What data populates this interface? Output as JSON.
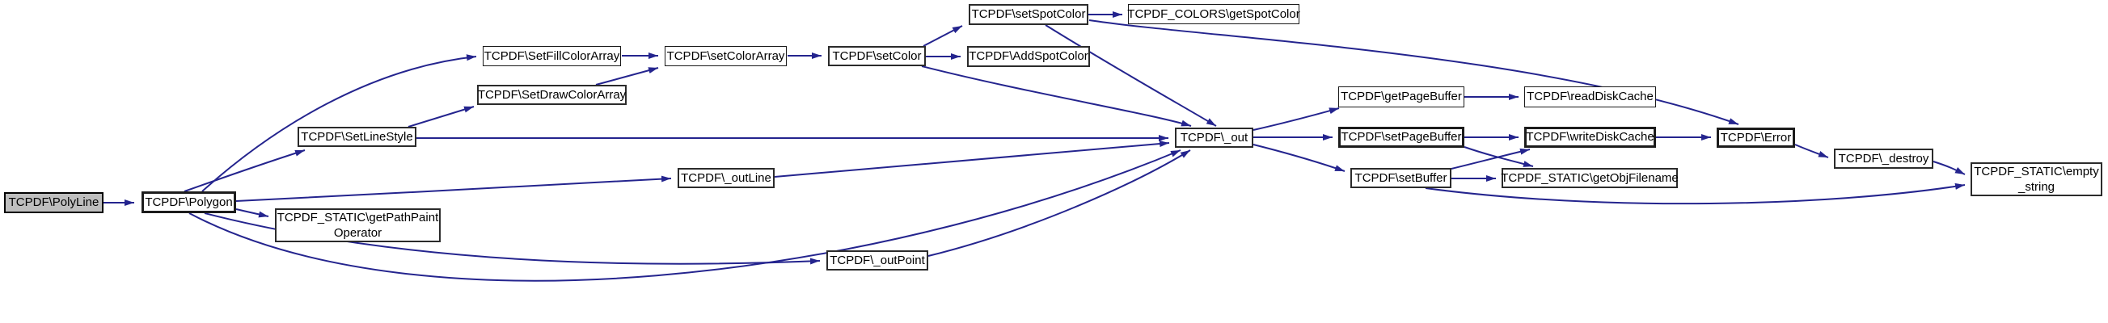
{
  "diagram": {
    "type": "call-graph",
    "style": "doxygen",
    "background": "#ffffff",
    "edge_color": "#24248E",
    "node_fill": "#ffffff",
    "highlight_node_fill": "#bebebe",
    "nodes": {
      "polyline": {
        "label": "TCPDF\\PolyLine",
        "highlighted": true
      },
      "polygon": {
        "label": "TCPDF\\Polygon"
      },
      "get_path_paint_operator": {
        "line1": "TCPDF_STATIC\\getPathPaint",
        "line2": "Operator"
      },
      "set_fill_color_array": {
        "label": "TCPDF\\SetFillColorArray"
      },
      "set_draw_color_array": {
        "label": "TCPDF\\SetDrawColorArray"
      },
      "set_color_array": {
        "label": "TCPDF\\setColorArray"
      },
      "set_color": {
        "label": "TCPDF\\setColor"
      },
      "set_spot_color": {
        "label": "TCPDF\\setSpotColor"
      },
      "add_spot_color": {
        "label": "TCPDF\\AddSpotColor"
      },
      "get_spot_color": {
        "label": "TCPDF_COLORS\\getSpotColor"
      },
      "set_line_style": {
        "label": "TCPDF\\SetLineStyle"
      },
      "out_line": {
        "label": "TCPDF\\_outLine"
      },
      "out_point": {
        "label": "TCPDF\\_outPoint"
      },
      "out": {
        "label": "TCPDF\\_out"
      },
      "get_page_buffer": {
        "label": "TCPDF\\getPageBuffer"
      },
      "read_disk_cache": {
        "label": "TCPDF\\readDiskCache"
      },
      "set_page_buffer": {
        "label": "TCPDF\\setPageBuffer"
      },
      "write_disk_cache": {
        "label": "TCPDF\\writeDiskCache"
      },
      "set_buffer": {
        "label": "TCPDF\\setBuffer"
      },
      "get_obj_filename": {
        "label": "TCPDF_STATIC\\getObjFilename"
      },
      "error": {
        "label": "TCPDF\\Error"
      },
      "destroy": {
        "label": "TCPDF\\_destroy"
      },
      "empty_string": {
        "line1": "TCPDF_STATIC\\empty",
        "line2": "_string"
      }
    },
    "edges": [
      {
        "from": "polyline",
        "to": "polygon"
      },
      {
        "from": "polygon",
        "to": "set_fill_color_array"
      },
      {
        "from": "polygon",
        "to": "set_line_style"
      },
      {
        "from": "polygon",
        "to": "get_path_paint_operator"
      },
      {
        "from": "polygon",
        "to": "out_line"
      },
      {
        "from": "polygon",
        "to": "out_point"
      },
      {
        "from": "polygon",
        "to": "out"
      },
      {
        "from": "set_fill_color_array",
        "to": "set_color_array"
      },
      {
        "from": "set_draw_color_array",
        "to": "set_color_array"
      },
      {
        "from": "set_line_style",
        "to": "set_draw_color_array"
      },
      {
        "from": "set_line_style",
        "to": "out"
      },
      {
        "from": "set_color_array",
        "to": "set_color"
      },
      {
        "from": "set_color",
        "to": "set_spot_color"
      },
      {
        "from": "set_color",
        "to": "add_spot_color"
      },
      {
        "from": "set_color",
        "to": "out"
      },
      {
        "from": "set_spot_color",
        "to": "get_spot_color"
      },
      {
        "from": "set_spot_color",
        "to": "out"
      },
      {
        "from": "set_spot_color",
        "to": "error"
      },
      {
        "from": "out_line",
        "to": "out"
      },
      {
        "from": "out_point",
        "to": "out"
      },
      {
        "from": "out",
        "to": "get_page_buffer"
      },
      {
        "from": "out",
        "to": "set_page_buffer"
      },
      {
        "from": "out",
        "to": "set_buffer"
      },
      {
        "from": "get_page_buffer",
        "to": "read_disk_cache"
      },
      {
        "from": "set_page_buffer",
        "to": "write_disk_cache"
      },
      {
        "from": "set_page_buffer",
        "to": "get_obj_filename"
      },
      {
        "from": "set_buffer",
        "to": "write_disk_cache"
      },
      {
        "from": "set_buffer",
        "to": "get_obj_filename"
      },
      {
        "from": "set_buffer",
        "to": "empty_string"
      },
      {
        "from": "write_disk_cache",
        "to": "error"
      },
      {
        "from": "error",
        "to": "destroy"
      },
      {
        "from": "destroy",
        "to": "empty_string"
      }
    ]
  }
}
